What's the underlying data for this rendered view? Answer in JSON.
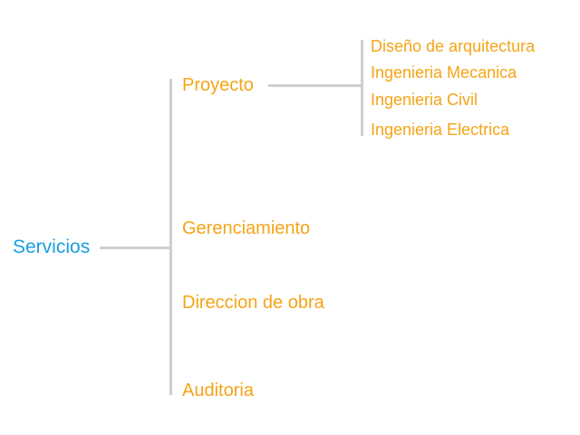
{
  "diagram": {
    "type": "tree",
    "orientation": "left-to-right",
    "colors": {
      "root": "#189fe0",
      "branch": "#f5a417",
      "leaf": "#f5a417",
      "connector": "#cfcfcf",
      "background": "#ffffff"
    },
    "root": {
      "label": "Servicios"
    },
    "branches": [
      {
        "label": "Proyecto"
      },
      {
        "label": "Gerenciamiento"
      },
      {
        "label": "Direccion de obra"
      },
      {
        "label": "Auditoria"
      }
    ],
    "leaves": [
      {
        "label": "Diseño de arquitectura"
      },
      {
        "label": "Ingenieria Mecanica"
      },
      {
        "label": "Ingenieria Civil"
      },
      {
        "label": "Ingenieria Electrica"
      }
    ]
  }
}
